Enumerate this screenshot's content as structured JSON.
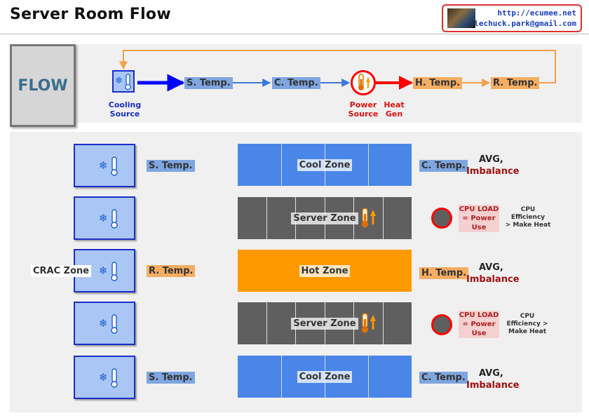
{
  "header": {
    "title": "Server Room Flow",
    "contact_url": "http://ecumee.net",
    "contact_email": "lechuck.park@gmail.com"
  },
  "flow": {
    "box_label": "FLOW",
    "s_temp": "S. Temp.",
    "c_temp": "C. Temp.",
    "h_temp": "H. Temp.",
    "r_temp": "R. Temp.",
    "cooling_line1": "Cooling",
    "cooling_line2": "Source",
    "power_line1": "Power",
    "power_line2": "Source",
    "heat_line1": "Heat",
    "heat_line2": "Gen"
  },
  "room": {
    "crac_label": "CRAC Zone",
    "cool_zone": "Cool Zone",
    "server_zone": "Server Zone",
    "hot_zone": "Hot Zone",
    "s_temp": "S. Temp.",
    "c_temp": "C. Temp.",
    "h_temp": "H. Temp.",
    "r_temp": "R. Temp.",
    "avg": "AVG,",
    "imbalance": "Imbalance",
    "cpu_load_1": "CPU LOAD",
    "cpu_load_2": "= Power",
    "cpu_load_3": "Use",
    "eff_top_1": "CPU",
    "eff_top_2": "Efficiency",
    "eff_top_3": "> Make Heat",
    "eff_bot_1": "CPU",
    "eff_bot_2": "Efficiency >",
    "eff_bot_3": "Make Heat"
  },
  "colors": {
    "cool_blue": "#4a86e8",
    "server_gray": "#5f5f5f",
    "hot_orange": "#ff9900",
    "arrow_blue": "#0000ff",
    "arrow_orange": "#ff9900",
    "arrow_red": "#ff0000",
    "crac_fill": "#a9c6f5"
  }
}
